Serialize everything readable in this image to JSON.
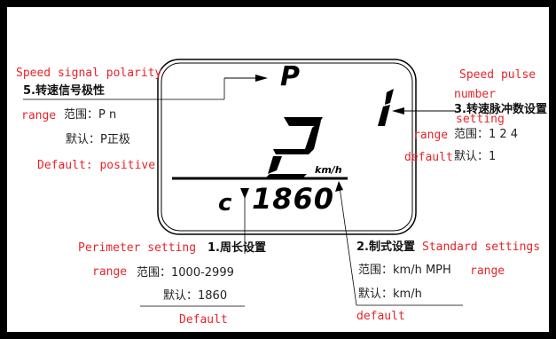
{
  "display": {
    "polarity_symbol": "P",
    "pulse_number": "1",
    "speed_digit": "2",
    "unit": "km/h",
    "circumference_prefix": "c",
    "circumference_value": "1860"
  },
  "annotations": {
    "polarity": {
      "title_en": "Speed signal polarity",
      "title_cn": "5.转速信号极性",
      "range_en": "range",
      "range_cn": "范围：P n",
      "default_cn": "默认：P正极",
      "default_en": "Default: positive"
    },
    "pulse": {
      "title_en_line1": "Speed pulse",
      "title_en_line2": "number",
      "title_en_line3": "setting",
      "title_cn": "3.转速脉冲数设置",
      "range_en": "range",
      "range_cn": "范围：1 2 4",
      "default_en": "default",
      "default_cn": "默认：1"
    },
    "perimeter": {
      "title_en": "Perimeter setting",
      "title_cn": "1.周长设置",
      "range_en": "range",
      "range_cn": "范围：1000-2999",
      "default_cn": "默认：1860",
      "default_en": "Default"
    },
    "standard": {
      "title_cn": "2.制式设置",
      "title_en": "Standard settings",
      "range_cn": "范围：km/h MPH",
      "range_en": "range",
      "default_cn": "默认：km/h",
      "default_en": "default"
    }
  },
  "colors": {
    "annotation_en": "#e8242a",
    "text": "#111111",
    "background": "#ffffff",
    "border": "#000000"
  }
}
